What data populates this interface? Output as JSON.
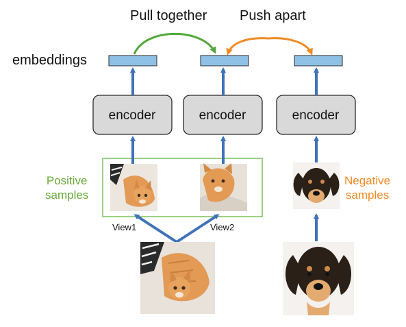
{
  "labels": {
    "pull_together": "Pull together",
    "push_apart": "Push apart",
    "embeddings": "embeddings",
    "view1": "View1",
    "view2": "View2",
    "positive_samples": [
      "Positive",
      "samples"
    ],
    "negative_samples": [
      "Negative",
      "samples"
    ]
  },
  "encoders": [
    "encoder",
    "encoder",
    "encoder"
  ],
  "colors": {
    "arrow_blue": "#3f72b8",
    "pull_green": "#52a83b",
    "push_orange": "#f08a24",
    "positive_text": "#6aaa3a",
    "negative_text": "#f08a24",
    "embedding_fill": "#8fc1e6",
    "encoder_fill": "#d9d9d9",
    "positive_box_border": "#7bbf5d"
  },
  "images": [
    "cat-crop-view1",
    "cat-crop-view2",
    "puppy-crop",
    "cat-original",
    "puppy-original"
  ]
}
